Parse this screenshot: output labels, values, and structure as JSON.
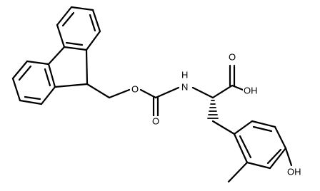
{
  "molecule": {
    "atom_labels": {
      "ester_oxygen": "O",
      "carbonyl_oxygen": "O",
      "amide_nitrogen": "N",
      "amide_hydrogen": "H",
      "carboxylic_oxygen": "O",
      "carboxylic_hydroxyl": "OH",
      "phenol_hydroxyl": "OH"
    },
    "colors": {
      "bond": "#000000",
      "label": "#000000",
      "background": "#ffffff"
    }
  }
}
